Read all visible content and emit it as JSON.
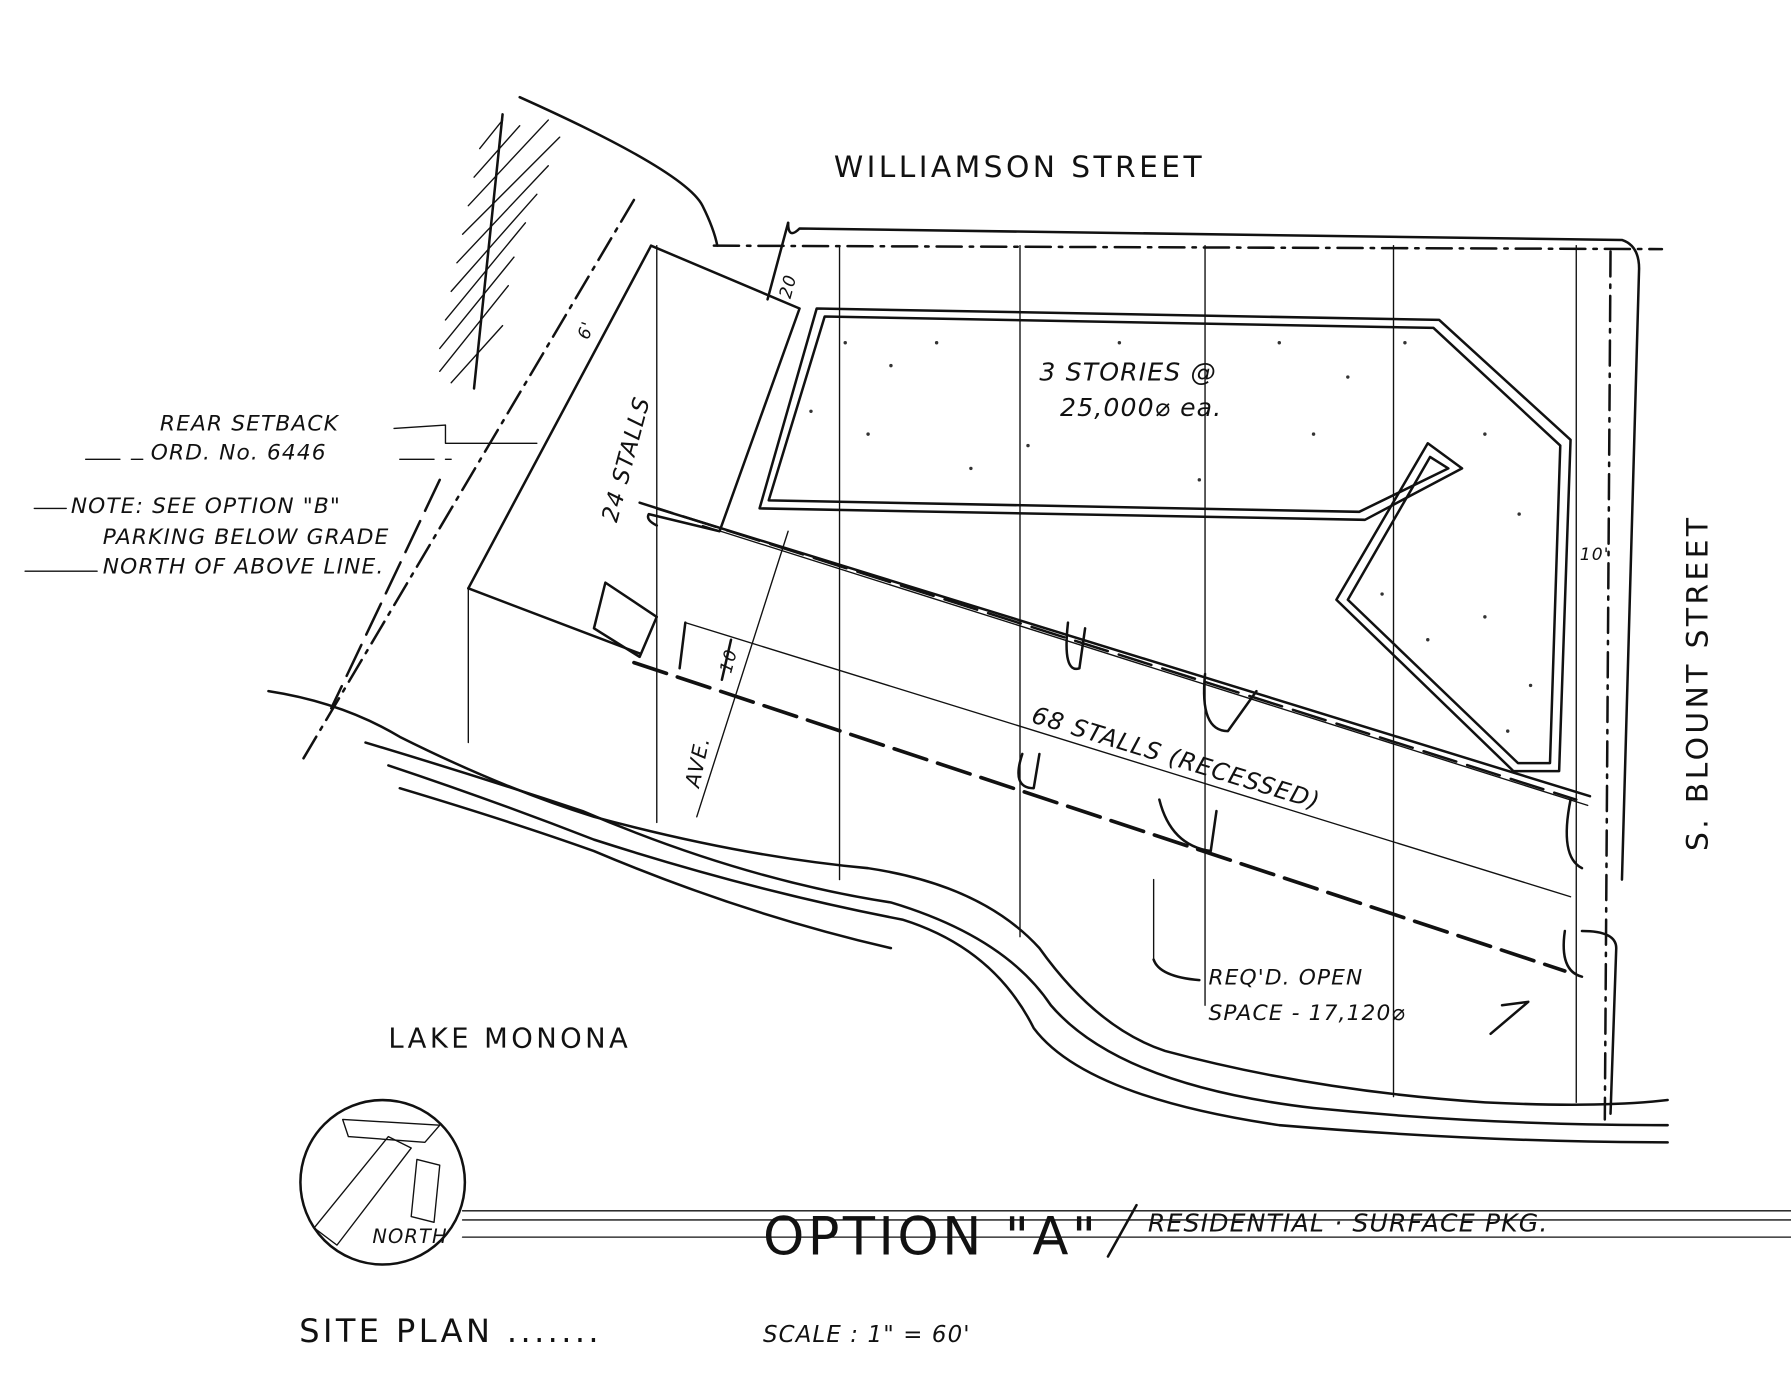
{
  "streets": {
    "north": "WILLIAMSON  STREET",
    "east": "S. BLOUNT STREET",
    "lake": "LAKE MONONA",
    "ave": "AVE."
  },
  "building": {
    "line1": "3 STORIES @",
    "line2": "25,000⌀ ea."
  },
  "parking": {
    "west": "24 STALLS",
    "south": "68 STALLS (RECESSED)"
  },
  "dimensions": {
    "corner": "20",
    "west_setback": "6'",
    "east_setback": "10'",
    "drive": "10"
  },
  "notes": {
    "setback_line1": "REAR SETBACK",
    "setback_line2": "ORD. No. 6446",
    "note_line1": "NOTE: SEE OPTION \"B\"",
    "note_line2": "PARKING BELOW GRADE",
    "note_line3": "NORTH OF ABOVE LINE.",
    "open_space_line1": "REQ'D. OPEN",
    "open_space_line2": "SPACE - 17,120⌀"
  },
  "compass": {
    "label": "NORTH"
  },
  "title": {
    "option": "OPTION \"A\"",
    "subtitle": "RESIDENTIAL · SURFACE PKG.",
    "site_plan": "SITE  PLAN .......",
    "scale": "SCALE : 1\" = 60'"
  }
}
